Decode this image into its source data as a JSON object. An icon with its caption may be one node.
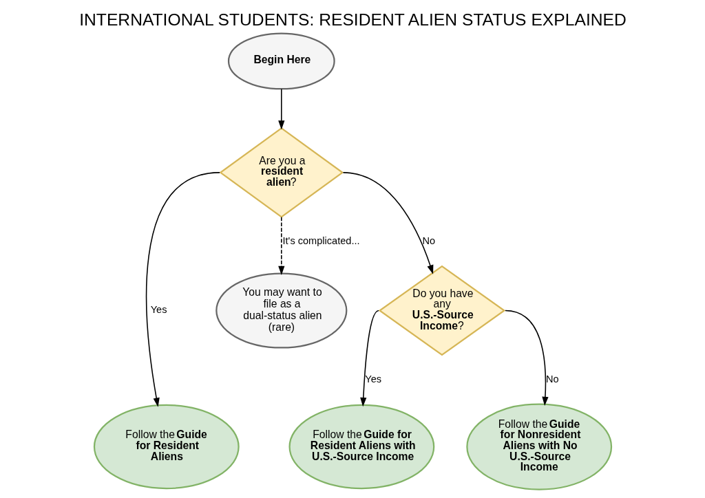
{
  "diagram": {
    "title": "INTERNATIONAL STUDENTS: RESIDENT ALIEN STATUS EXPLAINED",
    "nodes": [
      {
        "text": [
          "Begin Here"
        ]
      },
      {
        "text": [
          "Are you a **resident alien**?"
        ]
      },
      {
        "text": [
          "You may want to file as a dual-status alien (rare)"
        ]
      },
      {
        "text": [
          "Do you have any **U.S.-Source Income**?"
        ]
      },
      {
        "text": [
          "Follow the **Guide for Resident Aliens**"
        ]
      },
      {
        "text": [
          "Follow the **Guide for Resident Aliens with U.S.-Source Income**"
        ]
      },
      {
        "text": [
          "Follow the **Guide for Nonresident Aliens with No U.S.-Source Income**"
        ]
      }
    ],
    "edges": [
      {
        "from": 0,
        "to": 1,
        "arrow": "to"
      },
      {
        "from": 1,
        "to": 4,
        "arrow": "to",
        "label": "Yes"
      },
      {
        "from": 1,
        "to": 2,
        "arrow": "to",
        "label": "It's complicated...",
        "style": "dashed"
      },
      {
        "from": 1,
        "to": 3,
        "arrow": "to",
        "label": "No"
      },
      {
        "from": 3,
        "to": 5,
        "arrow": "to",
        "label": "Yes"
      },
      {
        "from": 3,
        "to": 6,
        "arrow": "to",
        "label": "No"
      }
    ]
  }
}
